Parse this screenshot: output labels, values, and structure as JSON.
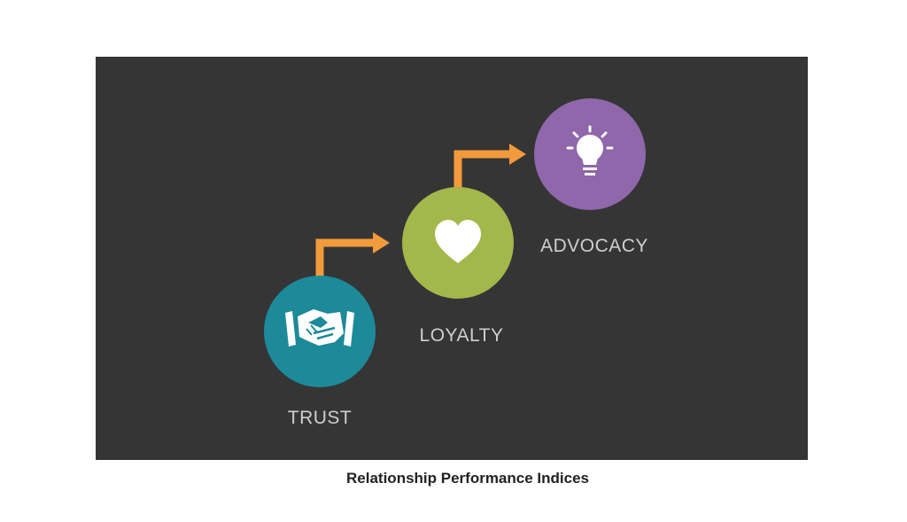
{
  "diagram": {
    "stages": [
      {
        "id": "trust",
        "label": "TRUST",
        "icon": "handshake-icon",
        "color": "#1d8a9a"
      },
      {
        "id": "loyalty",
        "label": "LOYALTY",
        "icon": "heart-icon",
        "color": "#a3b74a"
      },
      {
        "id": "advocacy",
        "label": "ADVOCACY",
        "icon": "lightbulb-icon",
        "color": "#8f67aa"
      }
    ],
    "arrow_color": "#f29a3c",
    "background": "#353535"
  },
  "caption": "Relationship Performance Indices"
}
